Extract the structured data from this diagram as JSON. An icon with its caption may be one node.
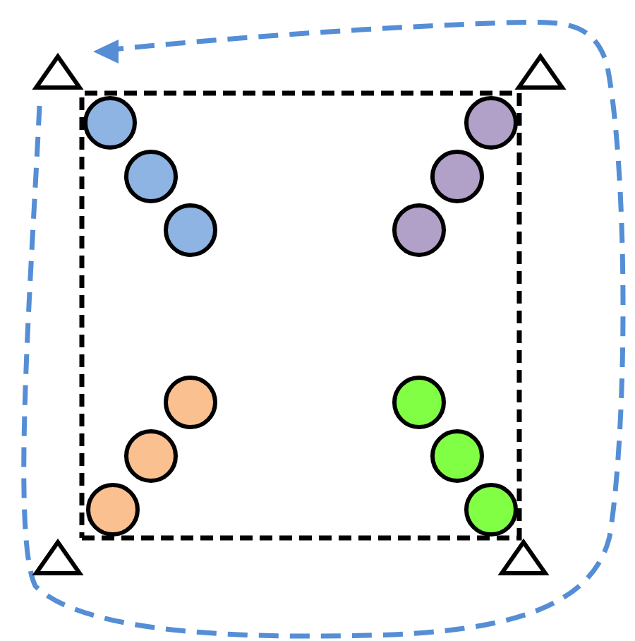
{
  "diagram": {
    "nodes": [
      {
        "text": [],
        "shape": "box"
      },
      {
        "text": [],
        "shape": "triangle"
      },
      {
        "text": [],
        "shape": "triangle"
      },
      {
        "text": [],
        "shape": "triangle"
      },
      {
        "text": [],
        "shape": "triangle"
      },
      {
        "text": [],
        "shape": "circle",
        "in": 0
      },
      {
        "text": [],
        "shape": "circle",
        "in": 0
      },
      {
        "text": [],
        "shape": "circle",
        "in": 0
      },
      {
        "text": [],
        "shape": "circle",
        "in": 0
      },
      {
        "text": [],
        "shape": "circle",
        "in": 0
      },
      {
        "text": [],
        "shape": "circle",
        "in": 0
      },
      {
        "text": [],
        "shape": "circle",
        "in": 0
      },
      {
        "text": [],
        "shape": "circle",
        "in": 0
      },
      {
        "text": [],
        "shape": "circle",
        "in": 0
      },
      {
        "text": [],
        "shape": "circle",
        "in": 0
      },
      {
        "text": [],
        "shape": "circle",
        "in": 0
      },
      {
        "text": [],
        "shape": "circle",
        "in": 0
      }
    ]
  }
}
